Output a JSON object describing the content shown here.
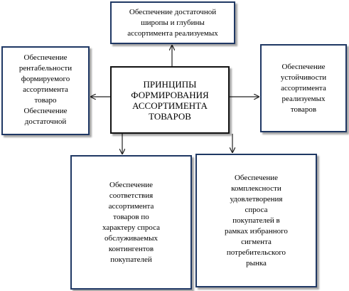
{
  "diagram": {
    "center": {
      "text": "ПРИНЦИПЫ\nФОРМИРОВАНИЯ\nАССОРТИМЕНТА\nТОВАРОВ"
    },
    "top": {
      "text": "Обеспечение достаточной\nширопы и глубины\nассортимента реализуемых"
    },
    "left": {
      "text": "Обеспечение\nрентабельности\nформируемого\nассортимента\nтоваро\nОбеспечение\nдостаточной"
    },
    "right": {
      "text": "Обеспечение\nустойчивости\nассортимента\nреализуемых\nтоваров"
    },
    "bottom_left": {
      "text": "Обеспечение\nсоответствия\nассортимента\nтоваров по\nхарактеру спроса\nобслуживаемых\nконтингентов\nпокупателей"
    },
    "bottom_right": {
      "text": "Обеспечение\nкомплексности\nудовлетворения\nспроса\nпокупателей в\nрамках избранного\nсигмента\nпотребительского\nрынка"
    }
  },
  "colors": {
    "box_border": "#1f3864",
    "center_border": "#111111",
    "connector": "#222222"
  }
}
